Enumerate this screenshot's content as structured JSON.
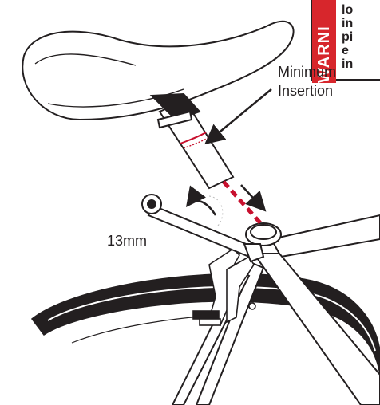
{
  "warning": {
    "word": "WARNI",
    "lines": [
      "lo",
      "in",
      "pi",
      "e",
      "in"
    ]
  },
  "callout": {
    "line1": "Minimum",
    "line2": "Insertion"
  },
  "wrench_label": "13mm",
  "colors": {
    "line": "#231f20",
    "accent_red": "#c8102e",
    "warning_red": "#d7262c",
    "fill": "#ffffff"
  }
}
